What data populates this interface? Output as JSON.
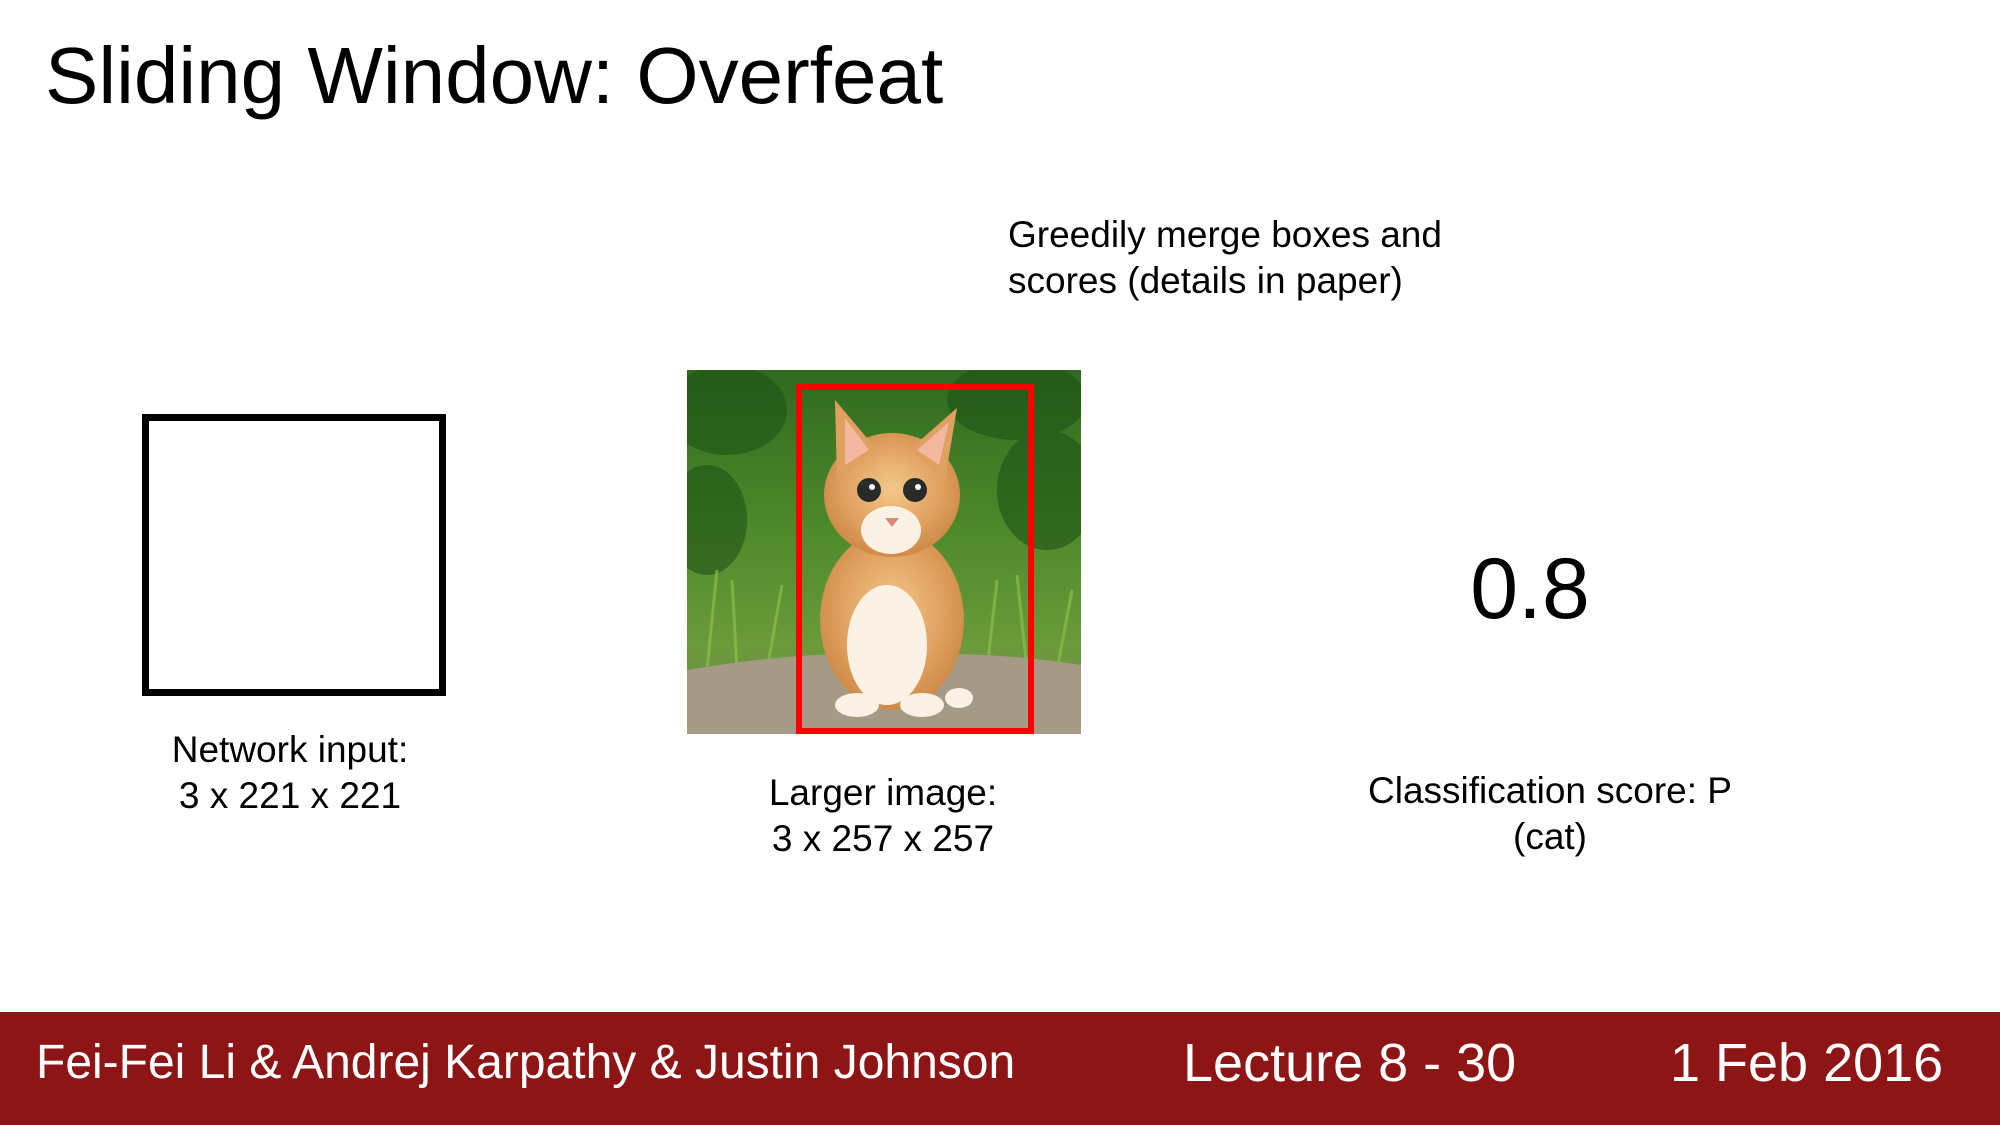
{
  "slide": {
    "title": "Sliding Window: Overfeat",
    "note_lines": [
      "Greedily merge boxes and",
      "scores (details in paper)"
    ],
    "input": {
      "label_line1": "Network input:",
      "label_line2": "3 x 221 x 221"
    },
    "image": {
      "label_line1": "Larger image:",
      "label_line2": "3 x 257 x 257",
      "box_color": "#ff0000"
    },
    "score": {
      "value": "0.8",
      "label_line1": "Classification score: P",
      "label_line2": "(cat)"
    }
  },
  "footer": {
    "authors": "Fei-Fei Li & Andrej Karpathy & Justin Johnson",
    "lecture": "Lecture 8 - 30",
    "date": "1 Feb 2016",
    "background": "#8e1515"
  }
}
